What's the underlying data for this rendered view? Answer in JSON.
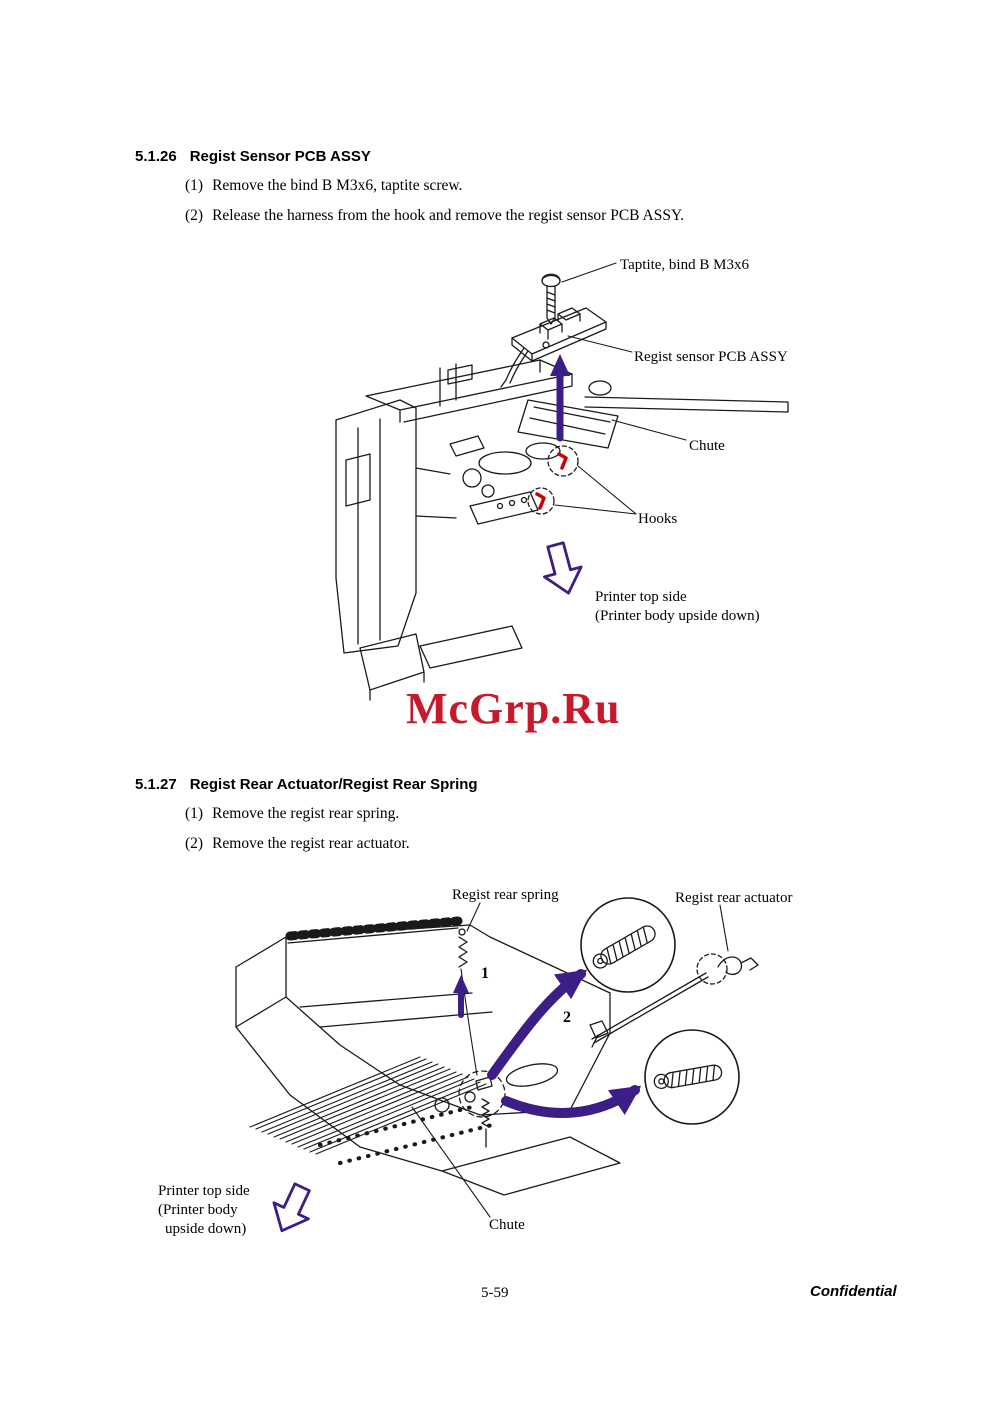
{
  "colors": {
    "arrow_purple": "#3d1d86",
    "hook_red": "#cc0000",
    "watermark_red": "#c5192d"
  },
  "watermark": {
    "text": "McGrp.Ru"
  },
  "footer": {
    "page_number": "5-59",
    "confidential": "Confidential"
  },
  "section_pcb": {
    "number": "5.1.26",
    "title": "Regist Sensor PCB ASSY",
    "steps": [
      {
        "marker": "(1)",
        "text": "Remove the bind B M3x6, taptite screw."
      },
      {
        "marker": "(2)",
        "text": "Release the harness from the hook and remove the regist sensor PCB ASSY."
      }
    ],
    "figure_labels": {
      "taptite": "Taptite, bind B M3x6",
      "pcb_assy": "Regist sensor PCB ASSY",
      "chute": "Chute",
      "hooks": "Hooks",
      "orientation_line1": "Printer top side",
      "orientation_line2": "(Printer body upside down)"
    }
  },
  "section_actuator": {
    "number": "5.1.27",
    "title": "Regist Rear Actuator/Regist Rear Spring",
    "steps": [
      {
        "marker": "(1)",
        "text": "Remove the regist rear spring."
      },
      {
        "marker": "(2)",
        "text": "Remove the regist rear actuator."
      }
    ],
    "figure_labels": {
      "spring": "Regist rear spring",
      "actuator": "Regist rear actuator",
      "step1": "1",
      "step2": "2",
      "chute": "Chute",
      "orientation_line1": "Printer top side",
      "orientation_line2": "(Printer body",
      "orientation_line3": "upside down)"
    }
  }
}
